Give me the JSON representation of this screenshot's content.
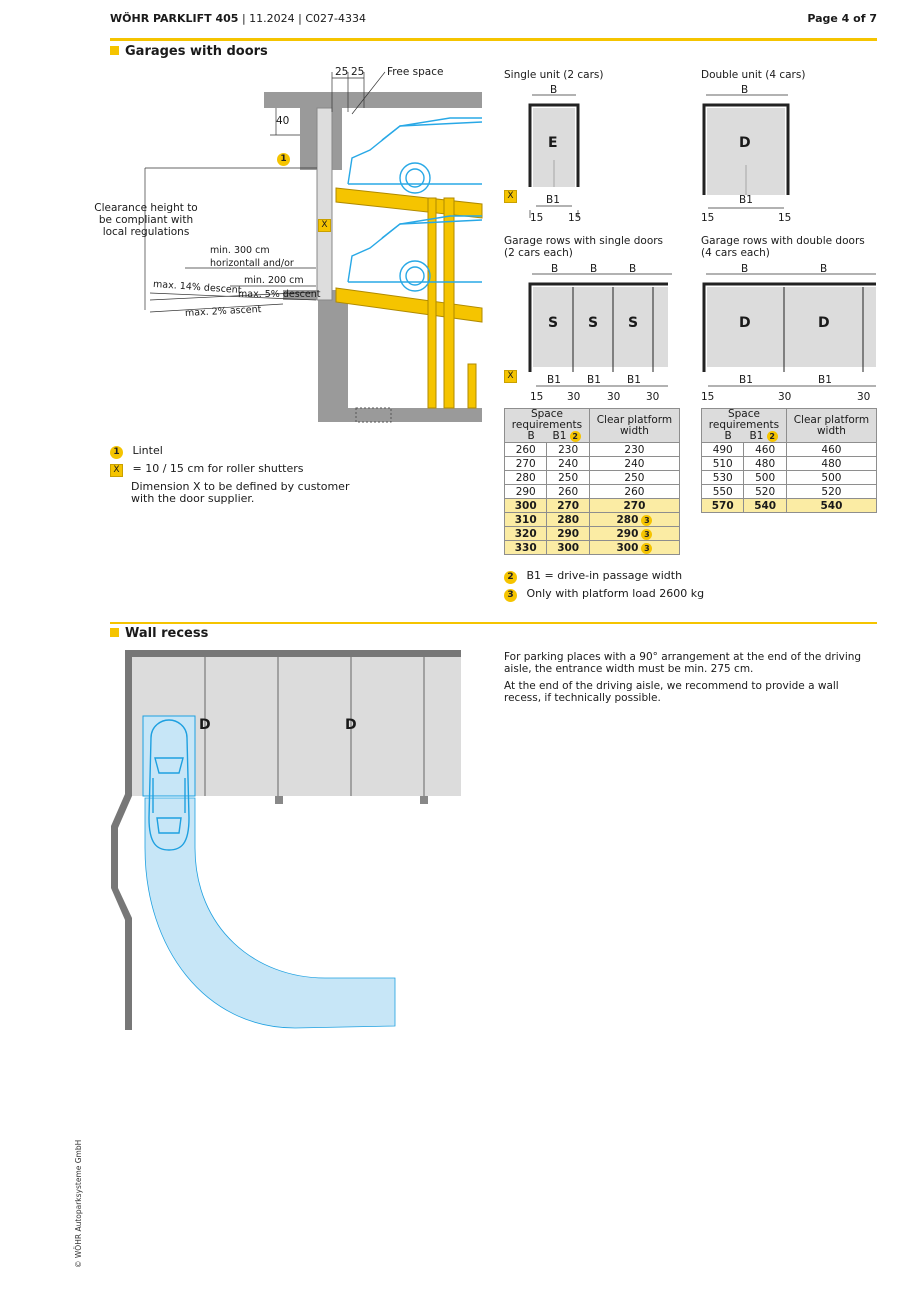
{
  "header": {
    "product": "WÖHR PARKLIFT 405",
    "meta": " | 11.2024 | C027-4334",
    "page": "Page 4 of 7"
  },
  "section1": {
    "title": "Garages with doors",
    "diagram": {
      "dim_25a": "25",
      "dim_25b": "25",
      "free_space": "Free space",
      "dim_40": "40",
      "badge_1": "1",
      "x_label": "X",
      "clearance": "Clearance height to be compliant with local regulations",
      "min300": "min. 300 cm",
      "horizontal": "horizontall and/or",
      "min200": "min. 200 cm",
      "max14": "max. 14% descent",
      "max5": "max. 5% descent",
      "max2": "max. 2% ascent"
    },
    "legend": {
      "lintel_num": "1",
      "lintel": "Lintel",
      "x_sym": "X",
      "x_text": "= 10 / 15 cm for roller shutters",
      "x_note": "Dimension X to be defined by customer with the door supplier."
    },
    "single_unit": {
      "title": "Single unit (2 cars)",
      "b": "B",
      "letter": "E",
      "b1": "B1",
      "d15a": "15",
      "d15b": "15",
      "x": "X"
    },
    "double_unit": {
      "title": "Double unit (4 cars)",
      "b": "B",
      "letter": "D",
      "b1": "B1",
      "d15a": "15",
      "d15b": "15"
    },
    "rows_single": {
      "title": "Garage rows with single doors",
      "subtitle": "(2 cars each)",
      "b": "B",
      "letter": "S",
      "b1": "B1",
      "d15": "15",
      "d30": "30",
      "x": "X"
    },
    "rows_double": {
      "title": "Garage rows with double doors",
      "subtitle": "(4 cars each)",
      "b": "B",
      "letter": "D",
      "b1": "B1",
      "d15": "15",
      "d30": "30"
    },
    "table_single": {
      "h_space": "Space requirements",
      "h_b": "B",
      "h_b1": "B1",
      "h_clear": "Clear platform width",
      "note_badge": "2",
      "rows": [
        {
          "b": "260",
          "b1": "230",
          "w": "230",
          "hl": false,
          "note": ""
        },
        {
          "b": "270",
          "b1": "240",
          "w": "240",
          "hl": false,
          "note": ""
        },
        {
          "b": "280",
          "b1": "250",
          "w": "250",
          "hl": false,
          "note": ""
        },
        {
          "b": "290",
          "b1": "260",
          "w": "260",
          "hl": false,
          "note": ""
        },
        {
          "b": "300",
          "b1": "270",
          "w": "270",
          "hl": true,
          "note": ""
        },
        {
          "b": "310",
          "b1": "280",
          "w": "280",
          "hl": true,
          "note": "3"
        },
        {
          "b": "320",
          "b1": "290",
          "w": "290",
          "hl": true,
          "note": "3"
        },
        {
          "b": "330",
          "b1": "300",
          "w": "300",
          "hl": true,
          "note": "3"
        }
      ]
    },
    "table_double": {
      "h_space": "Space requirements",
      "h_b": "B",
      "h_b1": "B1",
      "h_clear": "Clear platform width",
      "note_badge": "2",
      "rows": [
        {
          "b": "490",
          "b1": "460",
          "w": "460",
          "hl": false
        },
        {
          "b": "510",
          "b1": "480",
          "w": "480",
          "hl": false
        },
        {
          "b": "530",
          "b1": "500",
          "w": "500",
          "hl": false
        },
        {
          "b": "550",
          "b1": "520",
          "w": "520",
          "hl": false
        },
        {
          "b": "570",
          "b1": "540",
          "w": "540",
          "hl": true
        }
      ]
    },
    "notes": [
      {
        "num": "2",
        "text": "B1 = drive-in passage width"
      },
      {
        "num": "3",
        "text": "Only with platform load 2600 kg"
      }
    ]
  },
  "section2": {
    "title": "Wall recess",
    "letter_d1": "D",
    "letter_d2": "D",
    "para1": "For parking places with a 90° arrangement at the end of the driving aisle, the entrance width must be min. 275 cm.",
    "para2": "At the end of the driving aisle, we recommend to provide a wall recess, if technically possible."
  },
  "footer": {
    "copyright": "© WÖHR Autoparksysteme GmbH"
  },
  "colors": {
    "accent": "#f5c400",
    "highlight_row": "#fbeca4",
    "car_blue": "#1ea0e0",
    "light_blue": "#c7e6f7"
  }
}
